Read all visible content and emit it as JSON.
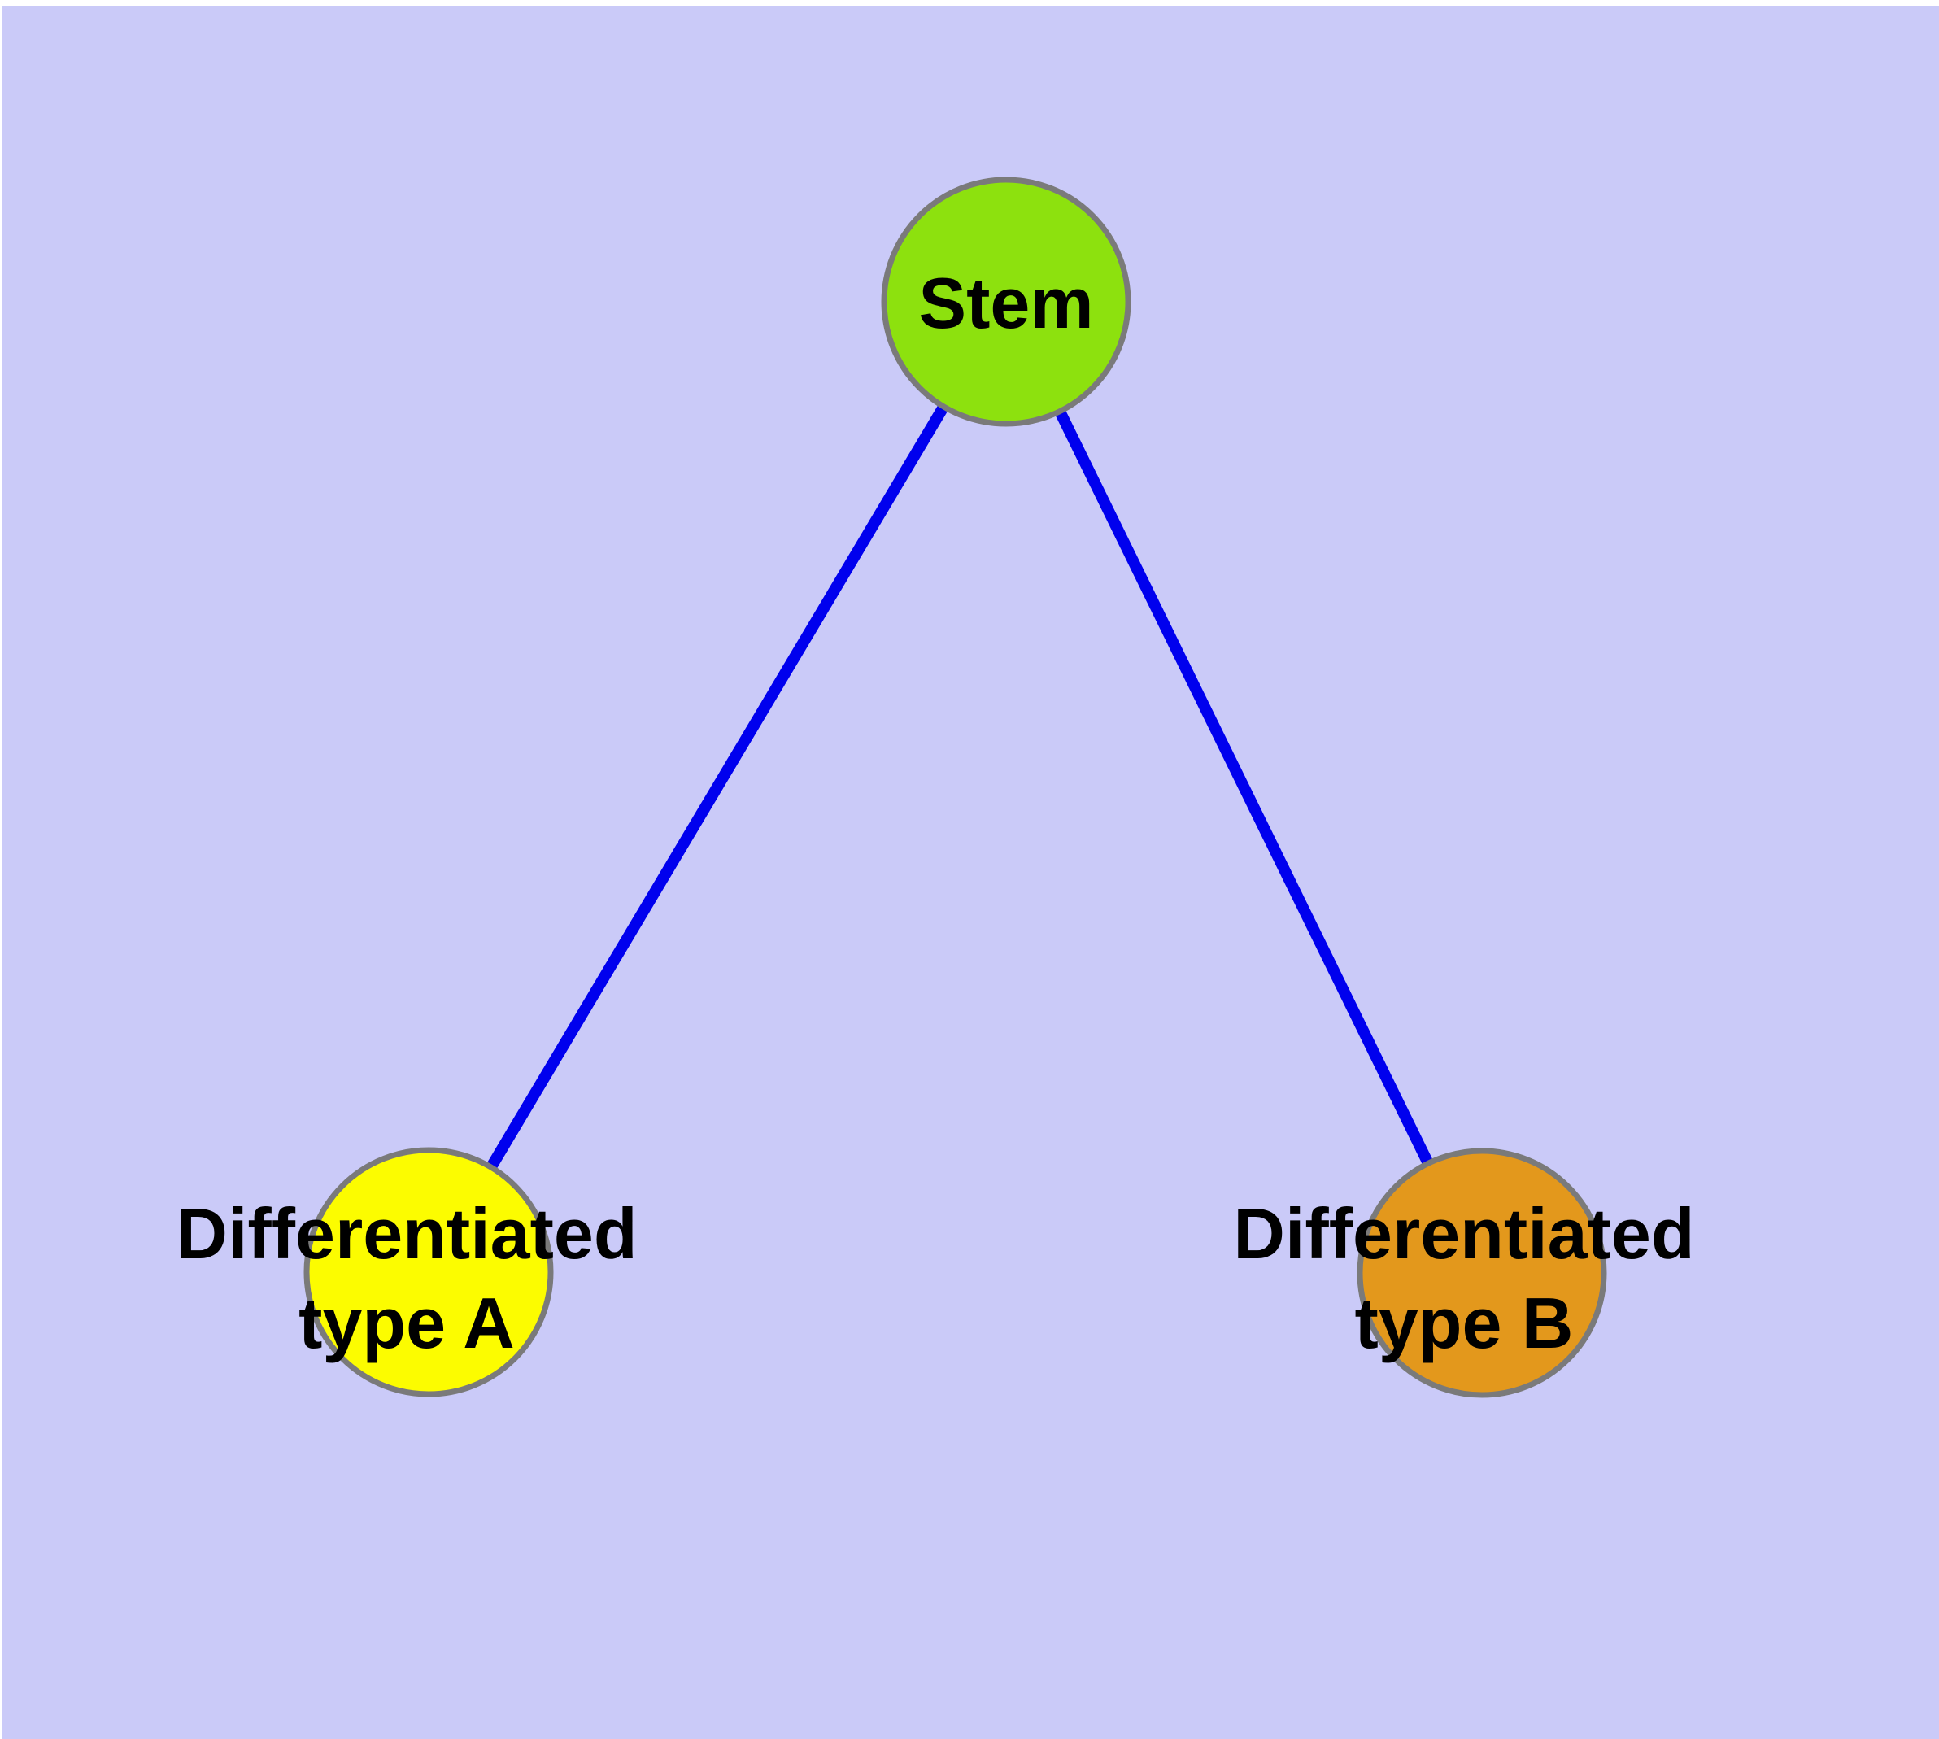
{
  "diagram": {
    "type": "node-link-graph",
    "description": "Cell differentiation tree: stem cell node with two differentiated cell type children",
    "nodes": {
      "stem": {
        "id": "stem",
        "label": "Stem",
        "color": "#8DE10E"
      },
      "type_a": {
        "id": "type_a",
        "label_line1": "Differentiated",
        "label_line2": "type A",
        "label": "Differentiated type A",
        "color": "#FCFC00"
      },
      "type_b": {
        "id": "type_b",
        "label_line1": "Differentiated",
        "label_line2": "type B",
        "label": "Differentiated type B",
        "color": "#E3981C"
      }
    },
    "edges": [
      {
        "from": "Stem",
        "to": "Differentiated type A"
      },
      {
        "from": "Stem",
        "to": "Differentiated type B"
      }
    ]
  },
  "colors": {
    "background": "#CACAF8",
    "page_margin": "#FFFFFF",
    "edge": "#0000EE",
    "node_border": "#7A7A7A",
    "label_text": "#000000"
  }
}
